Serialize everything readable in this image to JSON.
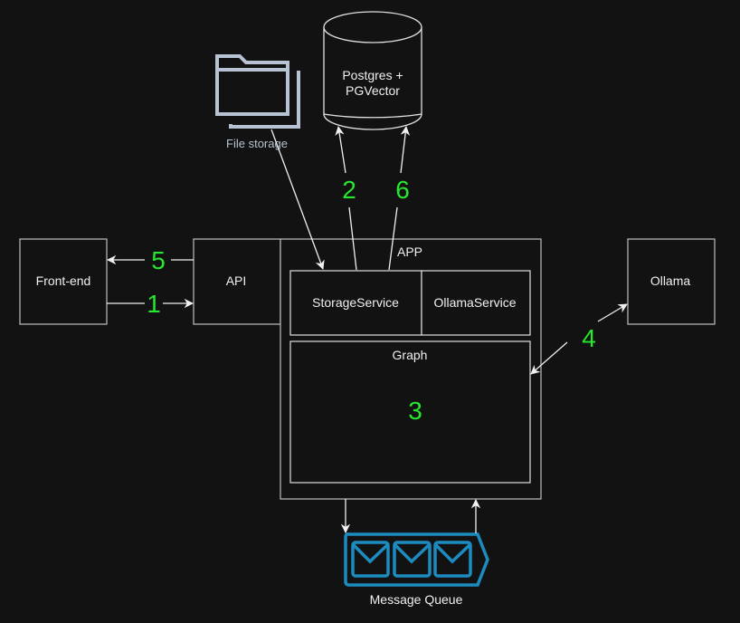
{
  "colors": {
    "background": "#121212",
    "box_stroke": "#b3b3b3",
    "box_fill": "#121212",
    "text": "#f0f0f0",
    "step": "#27e62f",
    "file_icon": "#b7c3d2",
    "queue": "#1c8cc0",
    "arrow": "#f0f0f0"
  },
  "nodes": {
    "frontend": "Front-end",
    "api": "API",
    "app": "APP",
    "storage_service": "StorageService",
    "ollama_service": "OllamaService",
    "graph": "Graph",
    "ollama": "Ollama",
    "database": {
      "line1": "Postgres +",
      "line2": "PGVector"
    },
    "file_storage": "File storage",
    "message_queue": "Message Queue"
  },
  "icons": {
    "file_storage": "folder-icon",
    "database": "database-cylinder-icon",
    "message_queue": "message-queue-icon"
  },
  "steps": {
    "s1": "1",
    "s2": "2",
    "s3": "3",
    "s4": "4",
    "s5": "5",
    "s6": "6"
  },
  "edges": [
    {
      "from": "Front-end",
      "to": "API",
      "label": "1"
    },
    {
      "from": "StorageService",
      "to": "Postgres + PGVector",
      "label": "2"
    },
    {
      "from": "Graph",
      "to": "Graph",
      "label": "3"
    },
    {
      "from": "Graph",
      "to": "Ollama",
      "label": "4",
      "bidirectional": true
    },
    {
      "from": "API",
      "to": "Front-end",
      "label": "5"
    },
    {
      "from": "StorageService",
      "to": "Postgres + PGVector",
      "label": "6"
    },
    {
      "from": "File storage",
      "to": "StorageService",
      "label": ""
    },
    {
      "from": "APP",
      "to": "Message Queue",
      "label": ""
    },
    {
      "from": "Message Queue",
      "to": "APP",
      "label": ""
    }
  ]
}
